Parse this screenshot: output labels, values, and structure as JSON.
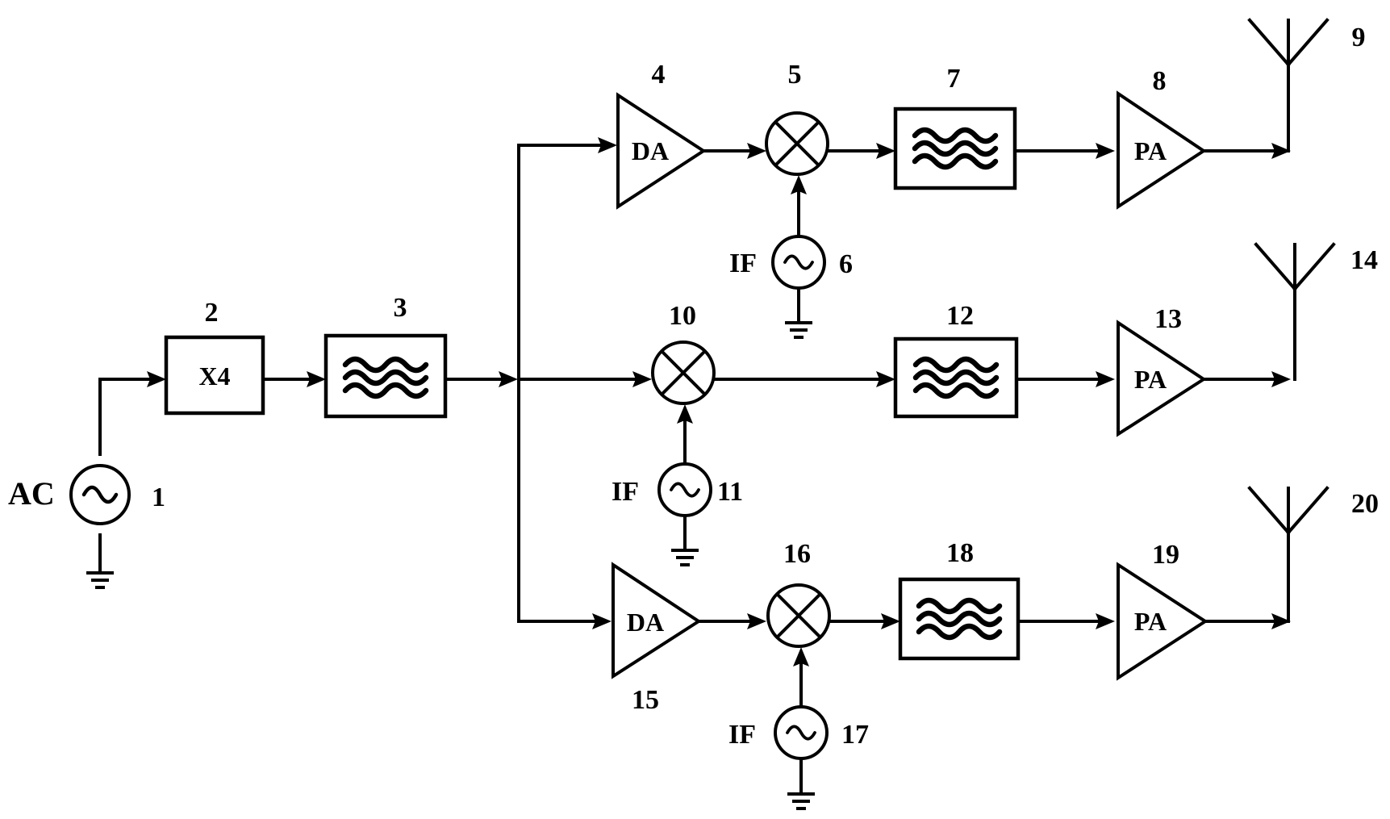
{
  "labels": {
    "ac": "AC",
    "if_6": "IF",
    "if_11": "IF",
    "if_17": "IF",
    "multiplier": "X4",
    "da_4": "DA",
    "da_15": "DA",
    "pa_8": "PA",
    "pa_13": "PA",
    "pa_19": "PA"
  },
  "numbers": {
    "n1": "1",
    "n2": "2",
    "n3": "3",
    "n4": "4",
    "n5": "5",
    "n6": "6",
    "n7": "7",
    "n8": "8",
    "n9": "9",
    "n10": "10",
    "n11": "11",
    "n12": "12",
    "n13": "13",
    "n14": "14",
    "n15": "15",
    "n16": "16",
    "n17": "17",
    "n18": "18",
    "n19": "19",
    "n20": "20"
  }
}
